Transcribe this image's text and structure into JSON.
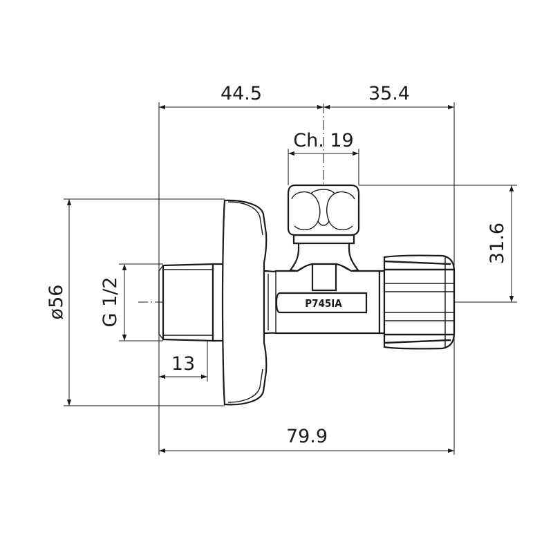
{
  "dimensions": {
    "top_left": "44.5",
    "top_right": "35.4",
    "key_size": "Ch. 19",
    "height": "31.6",
    "diameter": "ø56",
    "thread": "G 1/2",
    "thread_length": "13",
    "overall_length": "79.9"
  },
  "marking": "P745IA",
  "colors": {
    "line": "#1a1a1a",
    "background": "#ffffff"
  }
}
